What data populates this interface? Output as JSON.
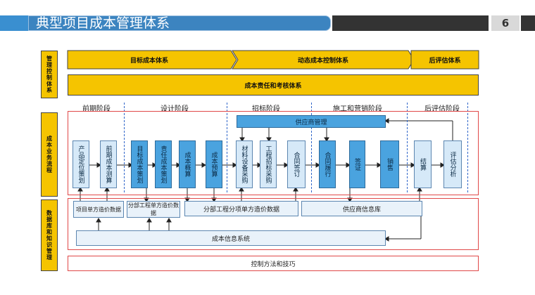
{
  "header": {
    "title": "典型项目成本管理体系",
    "page_number": "6"
  },
  "side_labels": {
    "control": "管理控制体系",
    "process": "成本业务流程",
    "data": "数据库和知识管理"
  },
  "top_systems": {
    "target": "目标成本体系",
    "dynamic": "动态成本控制体系",
    "post": "后评估体系",
    "responsibility": "成本责任和考核体系"
  },
  "phases": [
    "前期阶段",
    "设计阶段",
    "招标阶段",
    "施工和营销阶段",
    "后评估阶段"
  ],
  "supplier_mgmt": "供应商管理",
  "steps": [
    "产品定位策划",
    "前期成本测算",
    "目标成本策划",
    "责任成本策划",
    "成本概算",
    "成本预算",
    "材料设备采购",
    "工程招标采购",
    "合同签订",
    "合同履行",
    "签证",
    "销售",
    "结算",
    "评估分析"
  ],
  "databases": {
    "item_price": "项目单方造价数据",
    "sub_price": "分部工程单方造价数据",
    "sub_item_price": "分部工程分项单方造价数据",
    "supplier_db": "供应商信息库",
    "cost_info": "成本信息系统"
  },
  "methods": "控制方法和技巧",
  "colors": {
    "yellow": "#f5c400",
    "blue": "#4aa3df",
    "header_blue": "#3c84c0",
    "frame_red": "#e04848"
  }
}
